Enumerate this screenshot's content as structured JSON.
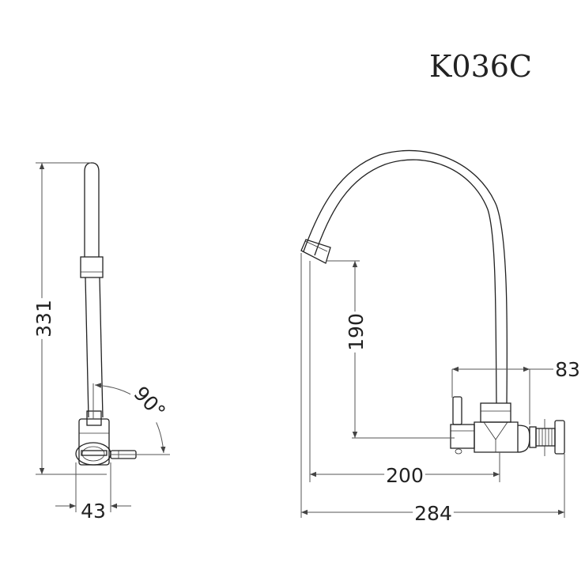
{
  "model": "K036C",
  "side_view": {
    "height_label": "331",
    "angle_label": "90°",
    "width_label": "43"
  },
  "front_view": {
    "spout_drop_label": "190",
    "outlet_reach_label": "200",
    "connector_label": "83",
    "overall_length_label": "284"
  }
}
